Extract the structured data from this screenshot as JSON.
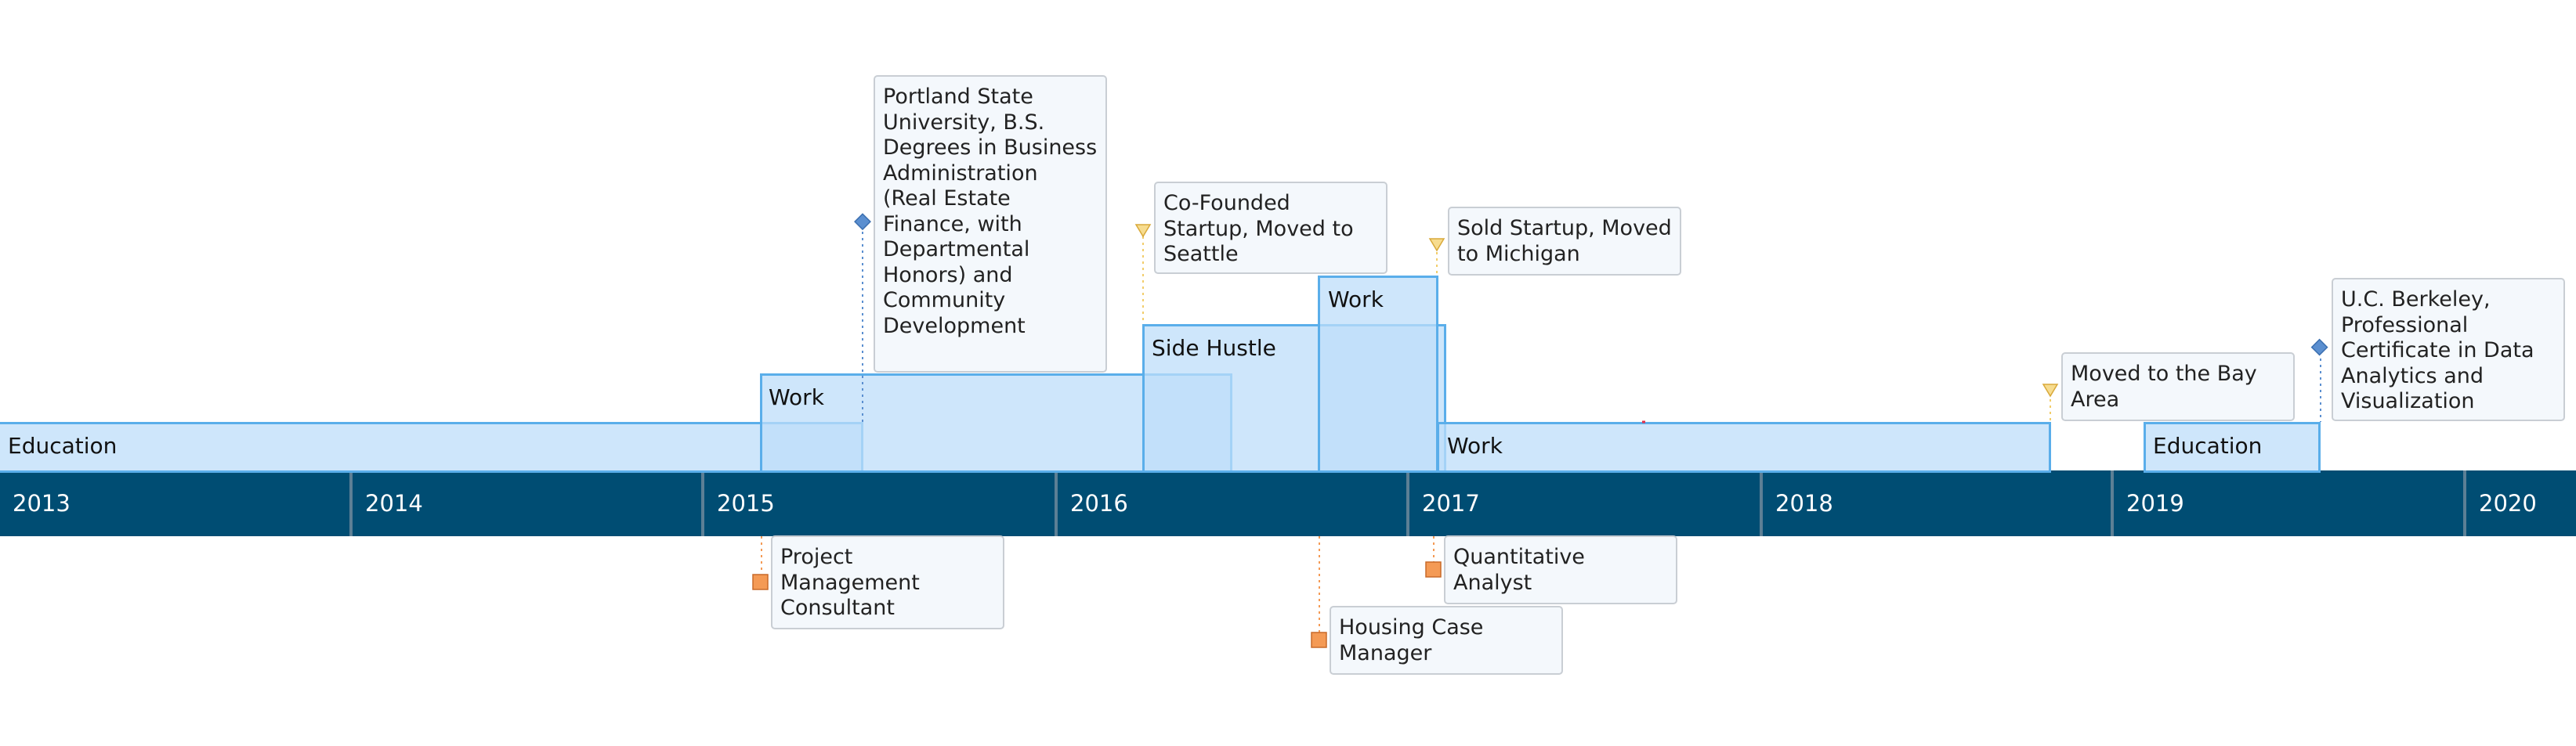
{
  "timeline": {
    "years": [
      "2013",
      "2014",
      "2015",
      "2016",
      "2017",
      "2018",
      "2019",
      "2020"
    ],
    "spans": [
      {
        "label": "Education",
        "track": 0
      },
      {
        "label": "Work",
        "track": 1
      },
      {
        "label": "Side Hustle",
        "track": 2
      },
      {
        "label": "Work",
        "track": 3
      },
      {
        "label": "Work",
        "track": 0
      },
      {
        "label": "Education",
        "track": 0
      }
    ],
    "milestones": [
      {
        "text": "Portland State University, B.S. Degrees in Business Administration (Real Estate Finance, with Departmental Honors) and Community Development",
        "marker": "diamond"
      },
      {
        "text": "Co-Founded Startup, Moved to Seattle",
        "marker": "triangle"
      },
      {
        "text": "Sold Startup, Moved to Michigan",
        "marker": "triangle"
      },
      {
        "text": "Moved to the Bay Area",
        "marker": "triangle"
      },
      {
        "text": "U.C. Berkeley, Professional Certificate in Data Analytics and Visualization",
        "marker": "diamond"
      },
      {
        "text": "Project Management Consultant",
        "marker": "square"
      },
      {
        "text": "Quantitative Analyst",
        "marker": "square"
      },
      {
        "text": "Housing Case Manager",
        "marker": "square"
      }
    ]
  },
  "colors": {
    "axis_band": "#004d73",
    "span_fill": "#bedefa",
    "span_border": "#5aaeea",
    "diamond_marker": "#5b8fd0",
    "triangle_marker": "#f2cd6b",
    "square_marker": "#f49a55"
  }
}
